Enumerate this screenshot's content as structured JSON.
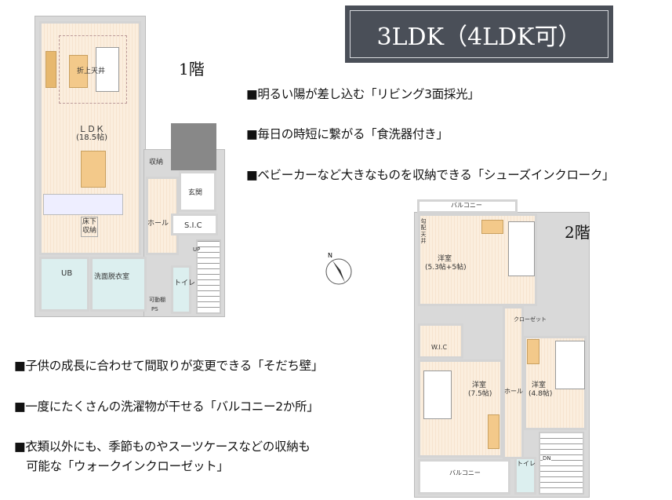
{
  "title_banner": "3LDK（4LDK可）",
  "floor1": {
    "label": "1階",
    "rooms": {
      "ceiling": "折上天井",
      "ldk": "ＬＤＫ",
      "ldk_size": "(18.5帖)",
      "storage": "収納",
      "entrance": "玄関",
      "hall": "ホール",
      "sic": "S.I.C",
      "underfloor": "床下",
      "underfloor2": "収納",
      "ub": "UB",
      "washroom": "洗面脱衣室",
      "toilet": "トイレ",
      "shelf": "可動棚",
      "ps": "PS",
      "up": "UP"
    }
  },
  "floor2": {
    "label": "2階",
    "rooms": {
      "balcony_top": "バルコニー",
      "sloped": "勾配天井",
      "room1": "洋室",
      "room1_size": "(5.3帖+5帖)",
      "wic": "W.I.C",
      "closet": "クローゼット",
      "room2": "洋室",
      "room2_size": "(7.5帖)",
      "hall": "ホール",
      "room3": "洋室",
      "room3_size": "(4.8帖)",
      "balcony_bottom": "バルコニー",
      "toilet": "トイレ",
      "dn": "DN"
    }
  },
  "features_top": [
    "■明るい陽が差し込む「リビング3面採光」",
    "■毎日の時短に繋がる「食洗器付き」",
    "■ベビーカーなど大きなものを収納できる「シューズインクローク」"
  ],
  "features_bottom": [
    "■子供の成長に合わせて間取りが変更できる「そだち壁」",
    "■一度にたくさんの洗濯物が干せる「バルコニー2か所」",
    "■衣類以外にも、季節ものやスーツケースなどの収納も",
    "　可能な「ウォークインクローゼット」"
  ],
  "colors": {
    "banner": "#4a4f58",
    "floor": "#fbeede"
  }
}
